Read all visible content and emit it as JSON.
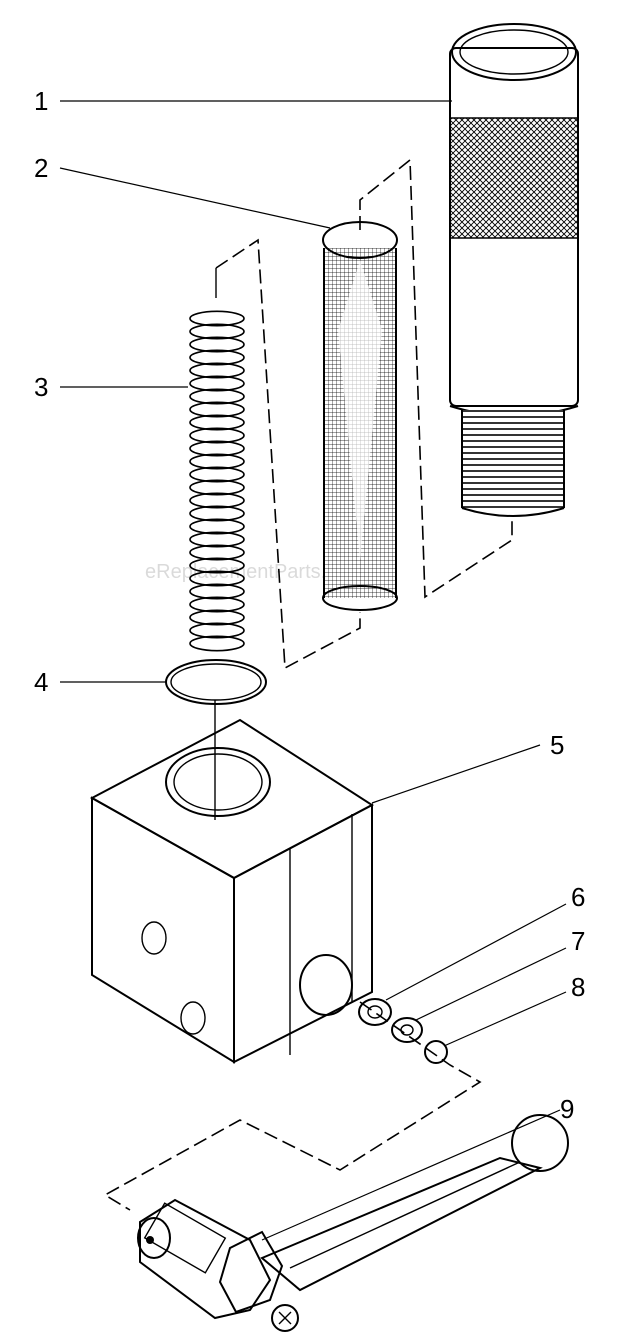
{
  "callouts": [
    {
      "id": "1",
      "label": "1"
    },
    {
      "id": "2",
      "label": "2"
    },
    {
      "id": "3",
      "label": "3"
    },
    {
      "id": "4",
      "label": "4"
    },
    {
      "id": "5",
      "label": "5"
    },
    {
      "id": "6",
      "label": "6"
    },
    {
      "id": "7",
      "label": "7"
    },
    {
      "id": "8",
      "label": "8"
    },
    {
      "id": "9",
      "label": "9"
    }
  ],
  "watermark": "eReplacementParts.com"
}
